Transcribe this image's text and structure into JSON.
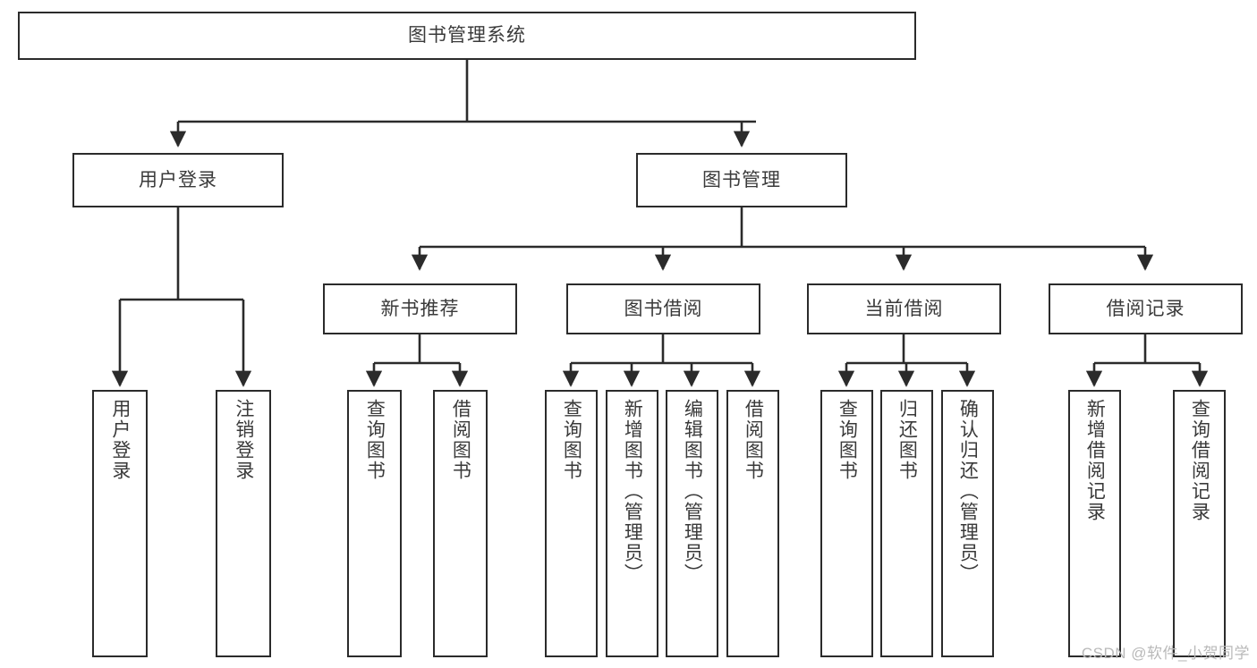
{
  "diagram": {
    "type": "tree-hierarchy",
    "title": "图书管理系统",
    "root": {
      "label": "图书管理系统"
    },
    "level2": [
      {
        "label": "用户登录"
      },
      {
        "label": "图书管理"
      }
    ],
    "level3": [
      {
        "label": "新书推荐"
      },
      {
        "label": "图书借阅"
      },
      {
        "label": "当前借阅"
      },
      {
        "label": "借阅记录"
      }
    ],
    "leaves": [
      {
        "label": "用户登录"
      },
      {
        "label": "注销登录"
      },
      {
        "label": "查询图书"
      },
      {
        "label": "借阅图书"
      },
      {
        "label": "查询图书"
      },
      {
        "label": "新增图书（管理员）"
      },
      {
        "label": "编辑图书（管理员）"
      },
      {
        "label": "借阅图书"
      },
      {
        "label": "查询图书"
      },
      {
        "label": "归还图书"
      },
      {
        "label": "确认归还（管理员）"
      },
      {
        "label": "新增借阅记录"
      },
      {
        "label": "查询借阅记录"
      }
    ],
    "watermark": "CSDN @软件_小贺同学",
    "colors": {
      "stroke": "#2b2b2b",
      "text": "#3a3a3a",
      "background": "#ffffff",
      "watermark": "#b9b9b9"
    }
  }
}
